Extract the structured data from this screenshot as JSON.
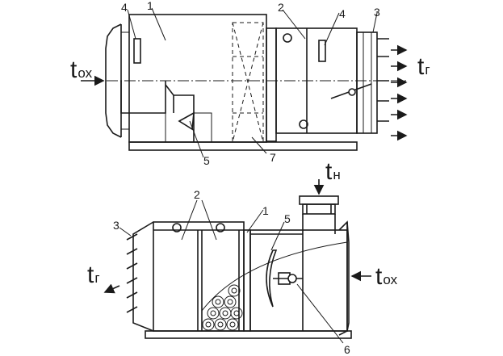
{
  "top_view": {
    "callouts": [
      "1",
      "2",
      "3",
      "4",
      "4",
      "5",
      "7"
    ],
    "inlet": {
      "main": "t",
      "sub": "ох"
    },
    "outlet": {
      "main": "t",
      "sub": "г"
    }
  },
  "bottom_view": {
    "callouts": [
      "1",
      "2",
      "3",
      "5",
      "6"
    ],
    "top_inlet": {
      "main": "t",
      "sub": "н"
    },
    "inlet": {
      "main": "t",
      "sub": "ох"
    },
    "outlet": {
      "main": "t",
      "sub": "г"
    }
  }
}
